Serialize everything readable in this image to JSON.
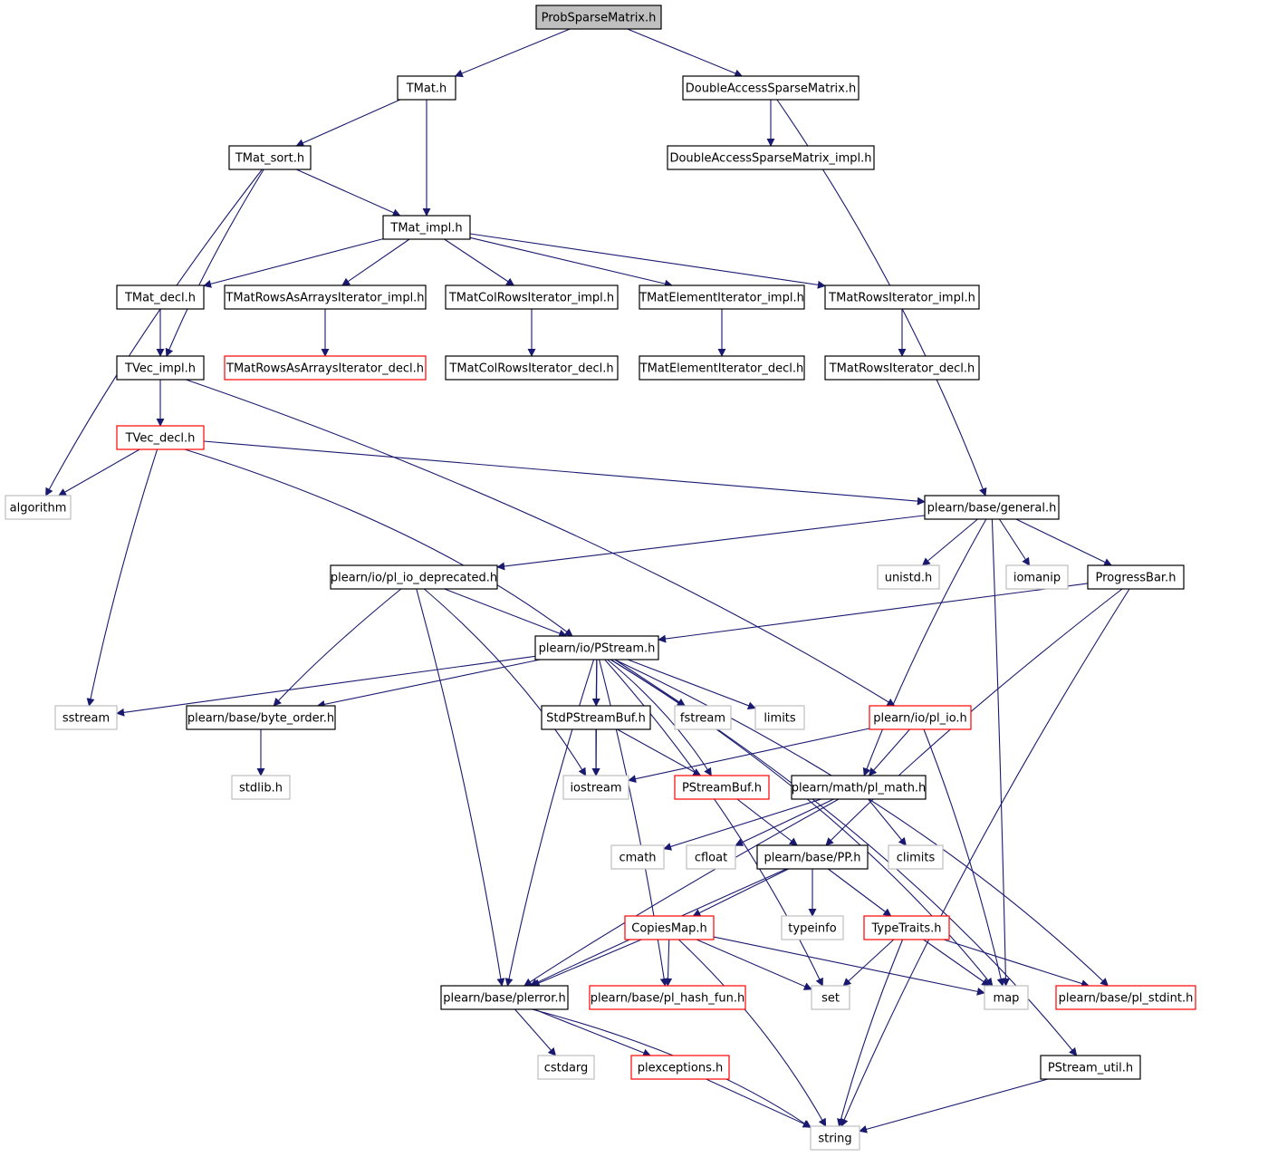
{
  "colors": {
    "edge": "#191970",
    "border_normal": "#000000",
    "border_truncated": "#ff0000",
    "border_external": "#bfbfbf",
    "root_fill": "#bfbfbf",
    "fill": "#ffffff"
  },
  "nodes": [
    {
      "id": "ProbSparseMatrix",
      "label": "ProbSparseMatrix.h",
      "kind": "root"
    },
    {
      "id": "TMat",
      "label": "TMat.h",
      "kind": "normal"
    },
    {
      "id": "DoubleAccess",
      "label": "DoubleAccessSparseMatrix.h",
      "kind": "normal"
    },
    {
      "id": "TMat_sort",
      "label": "TMat_sort.h",
      "kind": "normal"
    },
    {
      "id": "DoubleAccessImpl",
      "label": "DoubleAccessSparseMatrix_impl.h",
      "kind": "normal"
    },
    {
      "id": "TMat_impl",
      "label": "TMat_impl.h",
      "kind": "normal"
    },
    {
      "id": "TMat_decl",
      "label": "TMat_decl.h",
      "kind": "normal"
    },
    {
      "id": "RowsAsArraysImpl",
      "label": "TMatRowsAsArraysIterator_impl.h",
      "kind": "normal"
    },
    {
      "id": "ColRowsImpl",
      "label": "TMatColRowsIterator_impl.h",
      "kind": "normal"
    },
    {
      "id": "ElementImpl",
      "label": "TMatElementIterator_impl.h",
      "kind": "normal"
    },
    {
      "id": "RowsImpl",
      "label": "TMatRowsIterator_impl.h",
      "kind": "normal"
    },
    {
      "id": "TVec_impl",
      "label": "TVec_impl.h",
      "kind": "normal"
    },
    {
      "id": "RowsAsArraysDecl",
      "label": "TMatRowsAsArraysIterator_decl.h",
      "kind": "truncated"
    },
    {
      "id": "ColRowsDecl",
      "label": "TMatColRowsIterator_decl.h",
      "kind": "normal"
    },
    {
      "id": "ElementDecl",
      "label": "TMatElementIterator_decl.h",
      "kind": "normal"
    },
    {
      "id": "RowsDecl",
      "label": "TMatRowsIterator_decl.h",
      "kind": "normal"
    },
    {
      "id": "TVec_decl",
      "label": "TVec_decl.h",
      "kind": "truncated"
    },
    {
      "id": "algorithm",
      "label": "algorithm",
      "kind": "external"
    },
    {
      "id": "general",
      "label": "plearn/base/general.h",
      "kind": "normal"
    },
    {
      "id": "pl_io_deprecated",
      "label": "plearn/io/pl_io_deprecated.h",
      "kind": "normal"
    },
    {
      "id": "unistd",
      "label": "unistd.h",
      "kind": "external"
    },
    {
      "id": "iomanip",
      "label": "iomanip",
      "kind": "external"
    },
    {
      "id": "ProgressBar",
      "label": "ProgressBar.h",
      "kind": "normal"
    },
    {
      "id": "PStream",
      "label": "plearn/io/PStream.h",
      "kind": "normal"
    },
    {
      "id": "sstream",
      "label": "sstream",
      "kind": "external"
    },
    {
      "id": "byte_order",
      "label": "plearn/base/byte_order.h",
      "kind": "normal"
    },
    {
      "id": "StdPStreamBuf",
      "label": "StdPStreamBuf.h",
      "kind": "normal"
    },
    {
      "id": "fstream",
      "label": "fstream",
      "kind": "external"
    },
    {
      "id": "limits",
      "label": "limits",
      "kind": "external"
    },
    {
      "id": "pl_io",
      "label": "plearn/io/pl_io.h",
      "kind": "truncated"
    },
    {
      "id": "stdlib",
      "label": "stdlib.h",
      "kind": "external"
    },
    {
      "id": "iostream",
      "label": "iostream",
      "kind": "external"
    },
    {
      "id": "PStreamBuf",
      "label": "PStreamBuf.h",
      "kind": "truncated"
    },
    {
      "id": "pl_math",
      "label": "plearn/math/pl_math.h",
      "kind": "normal"
    },
    {
      "id": "cmath",
      "label": "cmath",
      "kind": "external"
    },
    {
      "id": "cfloat",
      "label": "cfloat",
      "kind": "external"
    },
    {
      "id": "PP",
      "label": "plearn/base/PP.h",
      "kind": "normal"
    },
    {
      "id": "climits",
      "label": "climits",
      "kind": "external"
    },
    {
      "id": "CopiesMap",
      "label": "CopiesMap.h",
      "kind": "truncated"
    },
    {
      "id": "typeinfo",
      "label": "typeinfo",
      "kind": "external"
    },
    {
      "id": "TypeTraits",
      "label": "TypeTraits.h",
      "kind": "truncated"
    },
    {
      "id": "plerror",
      "label": "plearn/base/plerror.h",
      "kind": "normal"
    },
    {
      "id": "pl_hash_fun",
      "label": "plearn/base/pl_hash_fun.h",
      "kind": "truncated"
    },
    {
      "id": "set",
      "label": "set",
      "kind": "external"
    },
    {
      "id": "map",
      "label": "map",
      "kind": "external"
    },
    {
      "id": "pl_stdint",
      "label": "plearn/base/pl_stdint.h",
      "kind": "truncated"
    },
    {
      "id": "cstdarg",
      "label": "cstdarg",
      "kind": "external"
    },
    {
      "id": "plexceptions",
      "label": "plexceptions.h",
      "kind": "truncated"
    },
    {
      "id": "PStream_util",
      "label": "PStream_util.h",
      "kind": "normal"
    },
    {
      "id": "string",
      "label": "string",
      "kind": "external"
    }
  ],
  "edges": [
    [
      "ProbSparseMatrix",
      "TMat"
    ],
    [
      "ProbSparseMatrix",
      "DoubleAccess"
    ],
    [
      "TMat",
      "TMat_sort"
    ],
    [
      "TMat",
      "TMat_impl"
    ],
    [
      "DoubleAccess",
      "DoubleAccessImpl"
    ],
    [
      "DoubleAccess",
      "general"
    ],
    [
      "TMat_sort",
      "TMat_impl"
    ],
    [
      "TMat_sort",
      "algorithm"
    ],
    [
      "TMat_sort",
      "TVec_impl"
    ],
    [
      "TMat_impl",
      "TMat_decl"
    ],
    [
      "TMat_impl",
      "RowsAsArraysImpl"
    ],
    [
      "TMat_impl",
      "ColRowsImpl"
    ],
    [
      "TMat_impl",
      "ElementImpl"
    ],
    [
      "TMat_impl",
      "RowsImpl"
    ],
    [
      "TMat_decl",
      "TVec_impl"
    ],
    [
      "RowsAsArraysImpl",
      "RowsAsArraysDecl"
    ],
    [
      "ColRowsImpl",
      "ColRowsDecl"
    ],
    [
      "ElementImpl",
      "ElementDecl"
    ],
    [
      "RowsImpl",
      "RowsDecl"
    ],
    [
      "TVec_impl",
      "TVec_decl"
    ],
    [
      "TVec_impl",
      "pl_io"
    ],
    [
      "TVec_decl",
      "algorithm"
    ],
    [
      "TVec_decl",
      "general"
    ],
    [
      "TVec_decl",
      "PStream"
    ],
    [
      "TVec_decl",
      "sstream"
    ],
    [
      "general",
      "pl_io_deprecated"
    ],
    [
      "general",
      "unistd"
    ],
    [
      "general",
      "iomanip"
    ],
    [
      "general",
      "ProgressBar"
    ],
    [
      "general",
      "pl_math"
    ],
    [
      "general",
      "map"
    ],
    [
      "pl_io_deprecated",
      "PStream"
    ],
    [
      "pl_io_deprecated",
      "byte_order"
    ],
    [
      "pl_io_deprecated",
      "iostream"
    ],
    [
      "pl_io_deprecated",
      "plerror"
    ],
    [
      "ProgressBar",
      "PStream"
    ],
    [
      "ProgressBar",
      "PP"
    ],
    [
      "ProgressBar",
      "string"
    ],
    [
      "PStream",
      "sstream"
    ],
    [
      "PStream",
      "byte_order"
    ],
    [
      "PStream",
      "StdPStreamBuf"
    ],
    [
      "PStream",
      "fstream"
    ],
    [
      "PStream",
      "limits"
    ],
    [
      "PStream",
      "PStreamBuf"
    ],
    [
      "PStream",
      "iostream"
    ],
    [
      "PStream",
      "plerror"
    ],
    [
      "PStream",
      "pl_hash_fun"
    ],
    [
      "PStream",
      "set"
    ],
    [
      "PStream",
      "map"
    ],
    [
      "PStream",
      "pl_stdint"
    ],
    [
      "PStream",
      "PStream_util"
    ],
    [
      "byte_order",
      "stdlib"
    ],
    [
      "StdPStreamBuf",
      "iostream"
    ],
    [
      "StdPStreamBuf",
      "PStreamBuf"
    ],
    [
      "pl_io",
      "iostream"
    ],
    [
      "pl_io",
      "pl_math"
    ],
    [
      "pl_io",
      "map"
    ],
    [
      "PStreamBuf",
      "PP"
    ],
    [
      "pl_math",
      "cmath"
    ],
    [
      "pl_math",
      "cfloat"
    ],
    [
      "pl_math",
      "climits"
    ],
    [
      "pl_math",
      "plerror"
    ],
    [
      "PP",
      "CopiesMap"
    ],
    [
      "PP",
      "typeinfo"
    ],
    [
      "PP",
      "TypeTraits"
    ],
    [
      "PP",
      "plerror"
    ],
    [
      "CopiesMap",
      "plerror"
    ],
    [
      "CopiesMap",
      "pl_hash_fun"
    ],
    [
      "CopiesMap",
      "set"
    ],
    [
      "CopiesMap",
      "map"
    ],
    [
      "CopiesMap",
      "string"
    ],
    [
      "TypeTraits",
      "set"
    ],
    [
      "TypeTraits",
      "map"
    ],
    [
      "TypeTraits",
      "string"
    ],
    [
      "TypeTraits",
      "pl_stdint"
    ],
    [
      "plerror",
      "cstdarg"
    ],
    [
      "plerror",
      "plexceptions"
    ],
    [
      "plerror",
      "string"
    ],
    [
      "plexceptions",
      "string"
    ],
    [
      "PStream_util",
      "string"
    ]
  ]
}
